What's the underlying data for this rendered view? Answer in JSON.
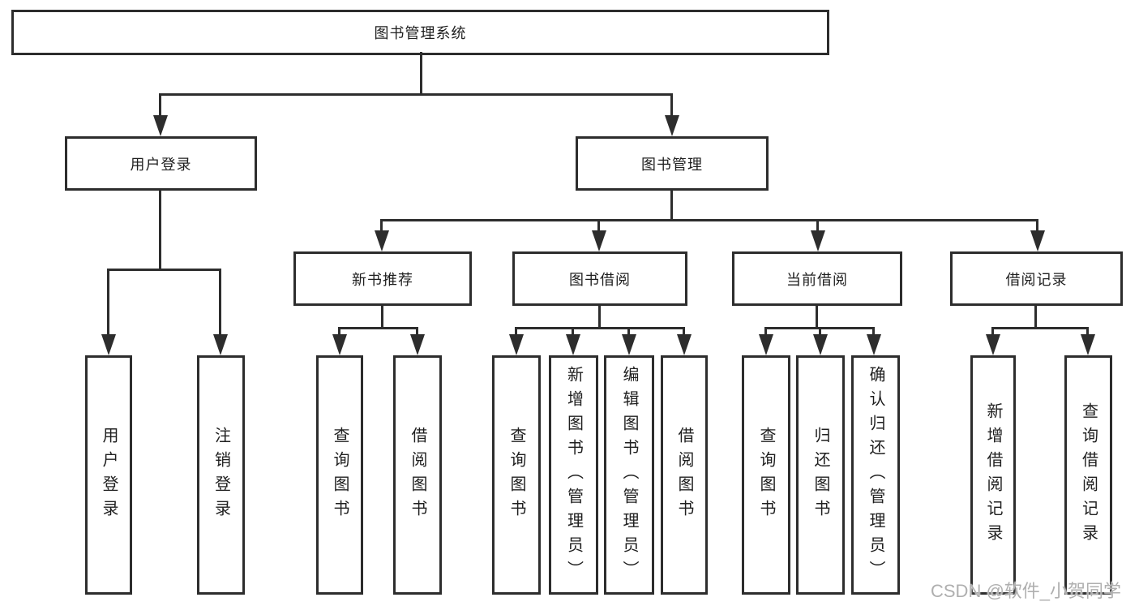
{
  "colors": {
    "line": "#2d2d2d",
    "text": "#1f1f1f",
    "watermark": "#afafaf"
  },
  "diagram": {
    "root": {
      "label": "图书管理系统"
    },
    "branches": [
      {
        "label": "用户登录",
        "children": [
          {
            "label": "用户登录"
          },
          {
            "label": "注销登录"
          }
        ]
      },
      {
        "label": "图书管理",
        "children": [
          {
            "label": "新书推荐",
            "children": [
              {
                "label": "查询图书"
              },
              {
                "label": "借阅图书"
              }
            ]
          },
          {
            "label": "图书借阅",
            "children": [
              {
                "label": "查询图书"
              },
              {
                "label": "新增图书（管理员）"
              },
              {
                "label": "编辑图书（管理员）"
              },
              {
                "label": "借阅图书"
              }
            ]
          },
          {
            "label": "当前借阅",
            "children": [
              {
                "label": "查询图书"
              },
              {
                "label": "归还图书"
              },
              {
                "label": "确认归还（管理员）"
              }
            ]
          },
          {
            "label": "借阅记录",
            "children": [
              {
                "label": "新增借阅记录"
              },
              {
                "label": "查询借阅记录"
              }
            ]
          }
        ]
      }
    ]
  },
  "watermark": {
    "text": "CSDN @软件_小贺同学"
  }
}
